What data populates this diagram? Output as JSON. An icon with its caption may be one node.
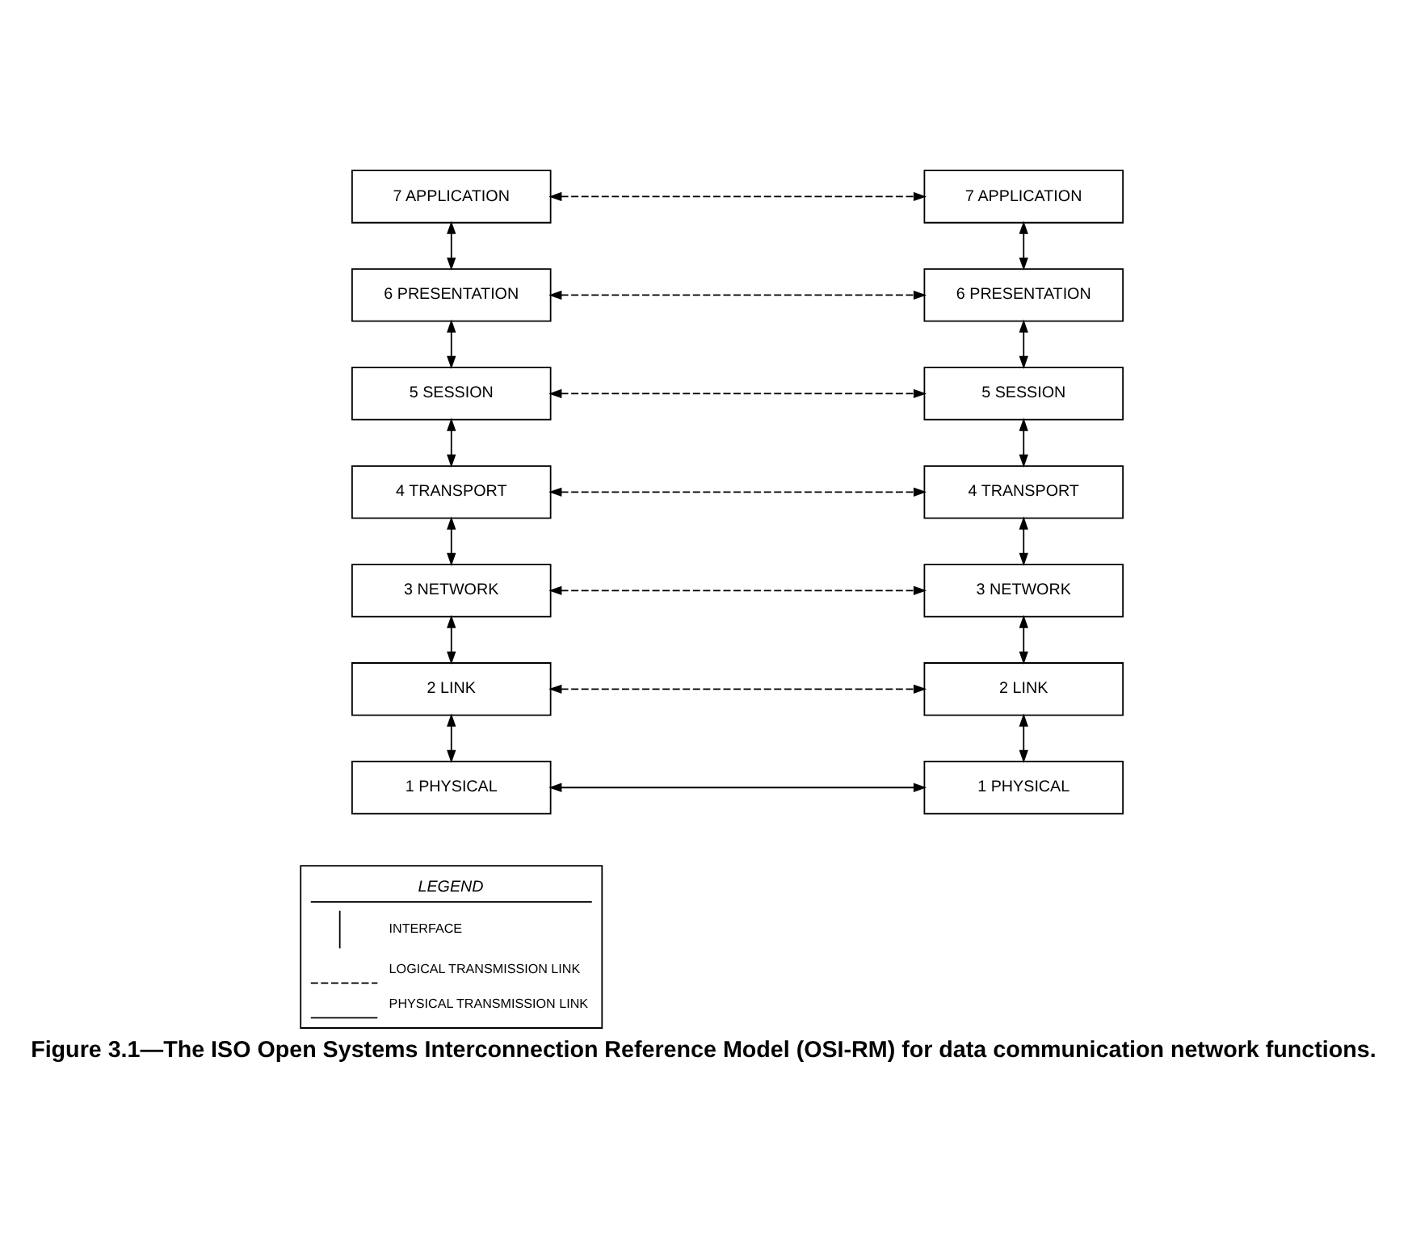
{
  "diagram": {
    "caption": "Figure 3.1—The ISO Open Systems Interconnection Reference Model (OSI-RM) for data communication network functions.",
    "nodes": [
      {
        "text": [
          "7 APPLICATION"
        ]
      },
      {
        "text": [
          "6 PRESENTATION"
        ]
      },
      {
        "text": [
          "5 SESSION"
        ]
      },
      {
        "text": [
          "4 TRANSPORT"
        ]
      },
      {
        "text": [
          "3 NETWORK"
        ]
      },
      {
        "text": [
          "2 LINK"
        ]
      },
      {
        "text": [
          "1 PHYSICAL"
        ]
      },
      {
        "text": [
          "7 APPLICATION"
        ]
      },
      {
        "text": [
          "6 PRESENTATION"
        ]
      },
      {
        "text": [
          "5 SESSION"
        ]
      },
      {
        "text": [
          "4 TRANSPORT"
        ]
      },
      {
        "text": [
          "3 NETWORK"
        ]
      },
      {
        "text": [
          "2 LINK"
        ]
      },
      {
        "text": [
          "1 PHYSICAL"
        ]
      }
    ],
    "edges": [
      {
        "from": 0,
        "to": 7,
        "arrow": "both",
        "style": "dashed"
      },
      {
        "from": 0,
        "to": 1,
        "arrow": "both"
      },
      {
        "from": 7,
        "to": 8,
        "arrow": "both"
      },
      {
        "from": 1,
        "to": 8,
        "arrow": "both",
        "style": "dashed"
      },
      {
        "from": 1,
        "to": 2,
        "arrow": "both"
      },
      {
        "from": 8,
        "to": 9,
        "arrow": "both"
      },
      {
        "from": 2,
        "to": 9,
        "arrow": "both",
        "style": "dashed"
      },
      {
        "from": 2,
        "to": 3,
        "arrow": "both"
      },
      {
        "from": 9,
        "to": 10,
        "arrow": "both"
      },
      {
        "from": 3,
        "to": 10,
        "arrow": "both",
        "style": "dashed"
      },
      {
        "from": 3,
        "to": 4,
        "arrow": "both"
      },
      {
        "from": 10,
        "to": 11,
        "arrow": "both"
      },
      {
        "from": 4,
        "to": 11,
        "arrow": "both",
        "style": "dashed"
      },
      {
        "from": 4,
        "to": 5,
        "arrow": "both"
      },
      {
        "from": 11,
        "to": 12,
        "arrow": "both"
      },
      {
        "from": 5,
        "to": 12,
        "arrow": "both",
        "style": "dashed"
      },
      {
        "from": 5,
        "to": 6,
        "arrow": "both"
      },
      {
        "from": 12,
        "to": 13,
        "arrow": "both"
      },
      {
        "from": 6,
        "to": 13,
        "arrow": "both"
      }
    ],
    "labels": [
      "LEGEND"
    ],
    "legend": [
      {
        "text": "INTERFACE"
      },
      {
        "text": "LOGICAL TRANSMISSION LINK"
      },
      {
        "text": "PHYSICAL TRANSMISSION LINK"
      }
    ]
  }
}
